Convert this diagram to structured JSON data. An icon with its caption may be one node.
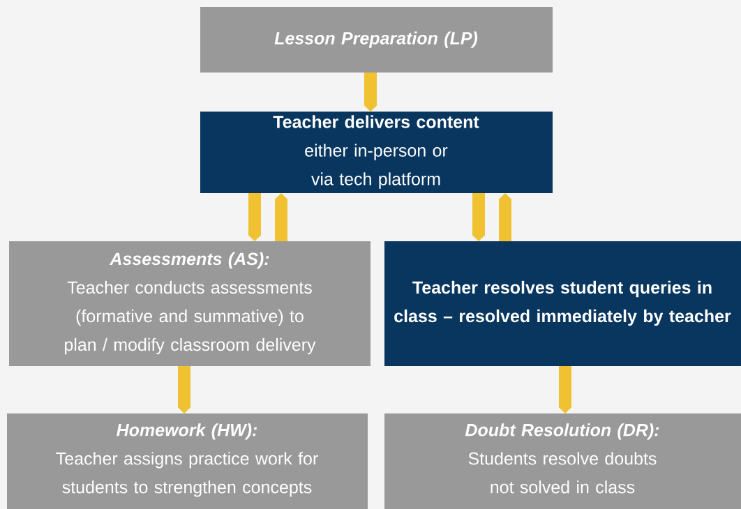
{
  "diagram": {
    "nodes": [
      {
        "text": [
          "Lesson Preparation (LP)"
        ]
      },
      {
        "text": [
          "Teacher delivers content",
          "either in-person or via tech platform"
        ]
      },
      {
        "text": [
          "Assessments (AS):",
          "Teacher conducts assessments (formative and summative) to plan / modify classroom delivery"
        ]
      },
      {
        "text": [
          "Teacher resolves student queries in class – resolved immediately by teacher"
        ]
      },
      {
        "text": [
          "Homework (HW):",
          "Teacher assigns practice work for students to strengthen concepts"
        ]
      },
      {
        "text": [
          "Doubt Resolution (DR):",
          "Students resolve doubts not solved in class"
        ]
      }
    ],
    "edges": [
      {
        "from": 0,
        "to": 1,
        "arrow": "to"
      },
      {
        "from": 1,
        "to": 2,
        "arrow": "to"
      },
      {
        "from": 2,
        "to": 1,
        "arrow": "to"
      },
      {
        "from": 1,
        "to": 3,
        "arrow": "to"
      },
      {
        "from": 3,
        "to": 1,
        "arrow": "to"
      },
      {
        "from": 2,
        "to": 4,
        "arrow": "to"
      },
      {
        "from": 3,
        "to": 5,
        "arrow": "to"
      }
    ]
  }
}
